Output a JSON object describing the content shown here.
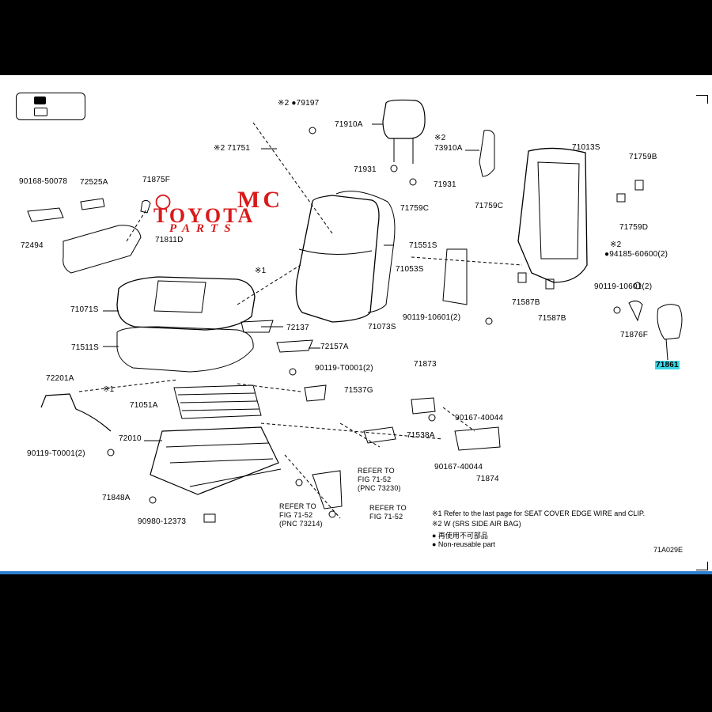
{
  "watermark": {
    "line1": "MC",
    "line2": "TOYOTA",
    "line3": "PARTS",
    "color": "#d91a1a"
  },
  "highlight_color": "#3ad7e6",
  "labels": [
    {
      "id": "p79197",
      "text": "※2 ●79197"
    },
    {
      "id": "p71910A",
      "text": "71910A"
    },
    {
      "id": "p71751",
      "text": "※2 71751"
    },
    {
      "id": "p73910A_mark",
      "text": "※2"
    },
    {
      "id": "p73910A",
      "text": "73910A"
    },
    {
      "id": "p71013S",
      "text": "71013S"
    },
    {
      "id": "p71759B",
      "text": "71759B"
    },
    {
      "id": "p90168",
      "text": "90168-50078"
    },
    {
      "id": "p72525A",
      "text": "72525A"
    },
    {
      "id": "p71875F",
      "text": "71875F"
    },
    {
      "id": "p71931a",
      "text": "71931"
    },
    {
      "id": "p71931b",
      "text": "71931"
    },
    {
      "id": "p71759C",
      "text": "71759C"
    },
    {
      "id": "p71759C2",
      "text": "71759C"
    },
    {
      "id": "p71759D",
      "text": "71759D"
    },
    {
      "id": "p72494",
      "text": "72494"
    },
    {
      "id": "p71811D",
      "text": "71811D"
    },
    {
      "id": "p71551S",
      "text": "71551S"
    },
    {
      "id": "p94185_mark",
      "text": "※2"
    },
    {
      "id": "p94185",
      "text": "●94185-60600(2)"
    },
    {
      "id": "p71053S",
      "text": "71053S"
    },
    {
      "id": "p_mark1a",
      "text": "※1"
    },
    {
      "id": "p90119_10601a",
      "text": "90119-10601(2)"
    },
    {
      "id": "p71071S",
      "text": "71071S"
    },
    {
      "id": "p71587Ba",
      "text": "71587B"
    },
    {
      "id": "p71587Bb",
      "text": "71587B"
    },
    {
      "id": "p90119_10601b",
      "text": "90119-10601(2)"
    },
    {
      "id": "p71073S",
      "text": "71073S"
    },
    {
      "id": "p72137",
      "text": "72137"
    },
    {
      "id": "p71876F",
      "text": "71876F"
    },
    {
      "id": "p71511S",
      "text": "71511S"
    },
    {
      "id": "p72157A",
      "text": "72157A"
    },
    {
      "id": "p71861",
      "text": "71861"
    },
    {
      "id": "p90119_T0001a",
      "text": "90119-T0001(2)"
    },
    {
      "id": "p71873",
      "text": "71873"
    },
    {
      "id": "p72201A",
      "text": "72201A"
    },
    {
      "id": "p_mark1b",
      "text": "※1"
    },
    {
      "id": "p71537G",
      "text": "71537G"
    },
    {
      "id": "p71051A",
      "text": "71051A"
    },
    {
      "id": "p90167a",
      "text": "90167-40044"
    },
    {
      "id": "p72010",
      "text": "72010"
    },
    {
      "id": "p71538A",
      "text": "71538A"
    },
    {
      "id": "p90119_T0001b",
      "text": "90119-T0001(2)"
    },
    {
      "id": "p90167b",
      "text": "90167-40044"
    },
    {
      "id": "p71874",
      "text": "71874"
    },
    {
      "id": "p71848A",
      "text": "71848A"
    },
    {
      "id": "p90980",
      "text": "90980-12373"
    }
  ],
  "refs": [
    {
      "id": "ref1",
      "lines": [
        "REFER TO",
        "FIG 71-52",
        "(PNC 73230)"
      ]
    },
    {
      "id": "ref2",
      "lines": [
        "REFER TO",
        "FIG 71-52",
        "(PNC 73214)"
      ]
    },
    {
      "id": "ref3",
      "lines": [
        "REFER TO",
        "FIG 71-52"
      ]
    }
  ],
  "notes": [
    "※1  Refer to the last page for SEAT COVER EDGE WIRE and CLIP.",
    "※2  W (SRS SIDE AIR BAG)",
    "● 再使用不可部品",
    "● Non-reusable part"
  ],
  "diagram_code": "71A029E"
}
